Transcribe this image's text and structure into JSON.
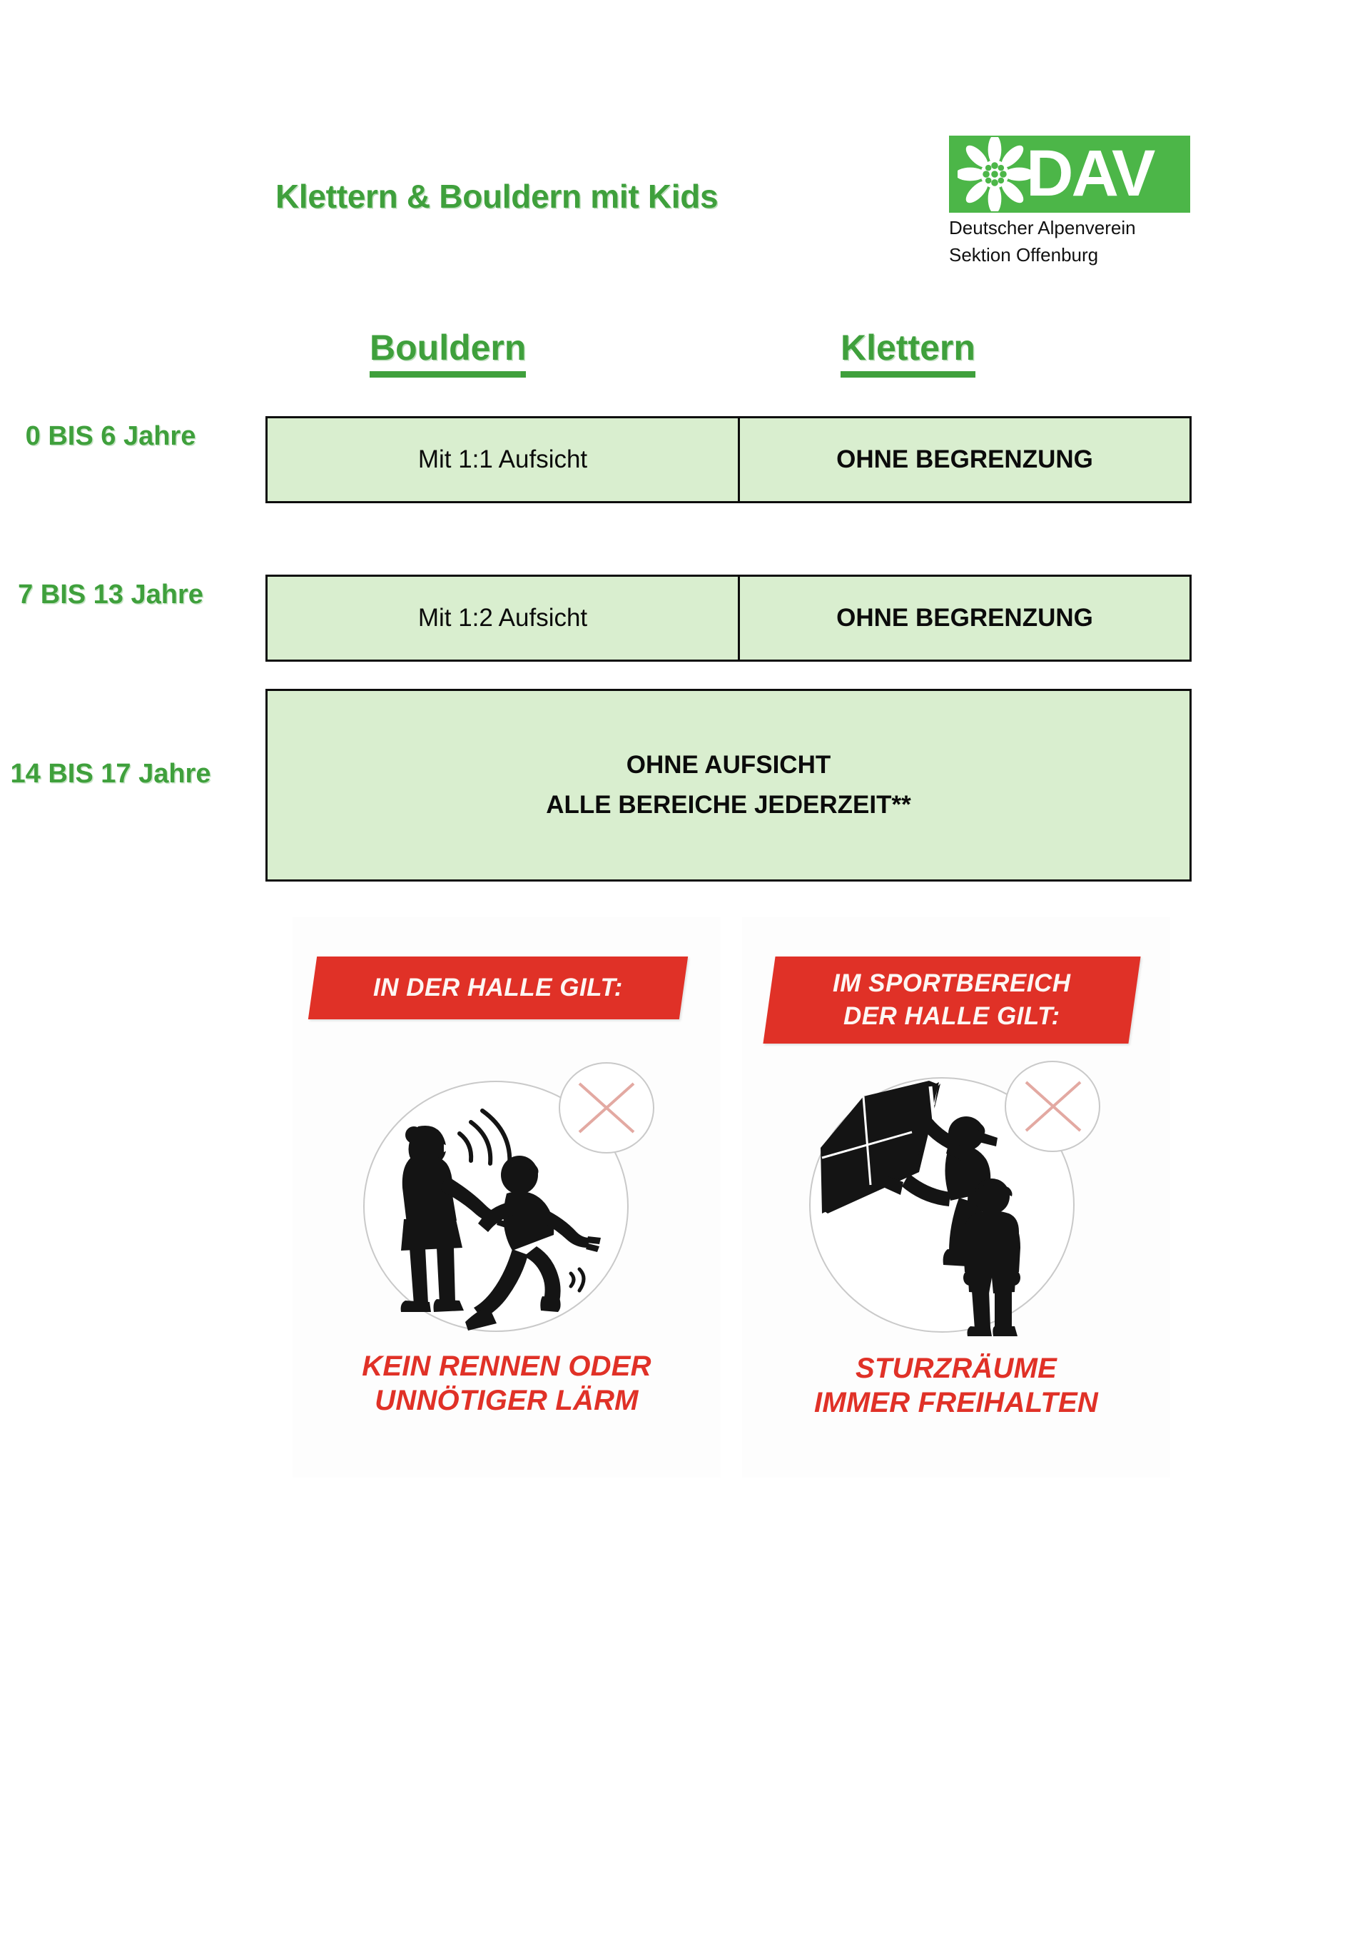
{
  "document": {
    "title": "Klettern & Bouldern mit Kids"
  },
  "logo": {
    "mark_text": "DAV",
    "icon": "edelweiss-icon",
    "line1": "Deutscher Alpenverein",
    "line2": "Sektion Offenburg",
    "brand_green": "#4cb648"
  },
  "matrix": {
    "column_headers": {
      "bouldern": "Bouldern",
      "klettern": "Klettern"
    },
    "rows": [
      {
        "age_label": "0 BIS 6\nJahre",
        "bouldern": "Mit 1:1 Aufsicht",
        "klettern": "OHNE BEGRENZUNG",
        "merged": false
      },
      {
        "age_label": "7 BIS 13\nJahre",
        "bouldern": "Mit 1:2 Aufsicht",
        "klettern": "OHNE BEGRENZUNG",
        "merged": false
      },
      {
        "age_label": "14 BIS 17\nJahre",
        "merged": true,
        "merged_text": "OHNE AUFSICHT\nALLE BEREICHE JEDERZEIT**"
      }
    ],
    "colors": {
      "cell_fill": "#d9eecf",
      "cell_border": "#0d0d0d",
      "accent_green": "#3fa03c"
    }
  },
  "pictograms": {
    "accent_red": "#e03127",
    "panels": [
      {
        "banner": "IN DER HALLE  GILT:",
        "caption": "KEIN RENNEN ODER\nUNNÖTIGER LÄRM",
        "art": "children-running-noise-prohibited-icon"
      },
      {
        "banner": "IM SPORTBEREICH\nDER HALLE GILT:",
        "caption": "STURZRÄUME\nIMMER FREIHALTEN",
        "art": "climber-fall-zone-prohibited-icon"
      }
    ]
  }
}
